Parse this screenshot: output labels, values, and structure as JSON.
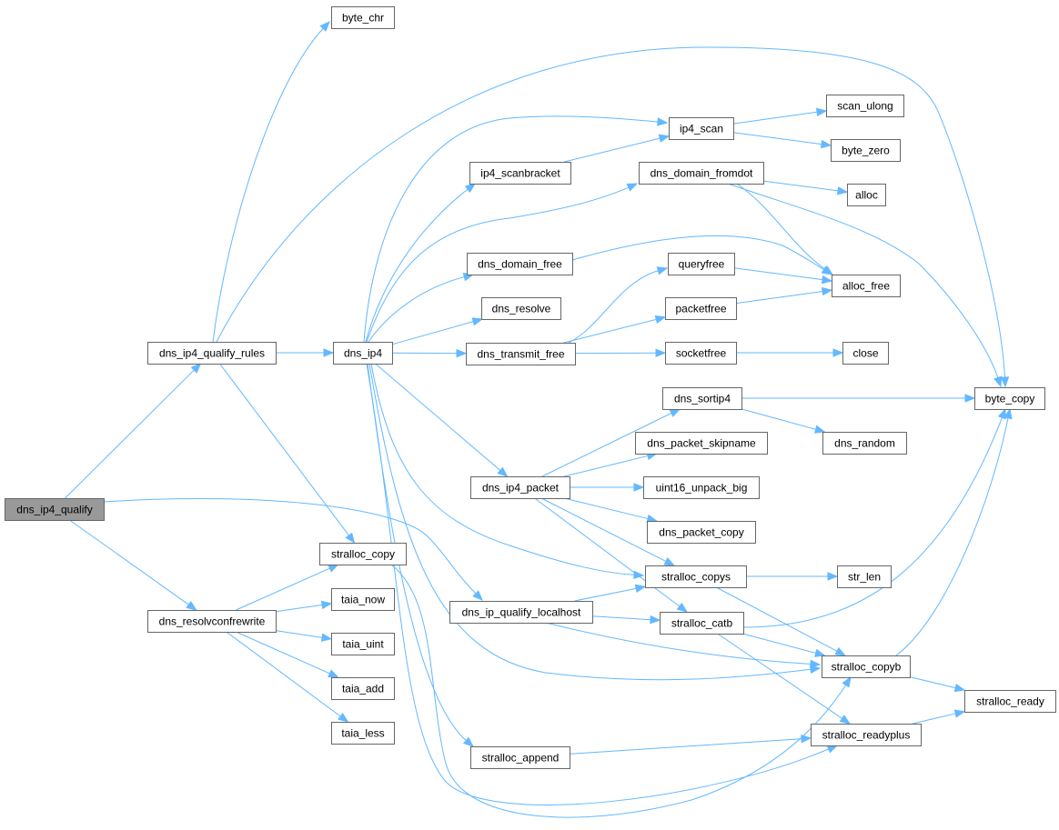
{
  "diagram": {
    "accent_color": "#63b8ff",
    "root_fill": "#999999",
    "border_color": "#666666",
    "nodes": [
      {
        "id": "dns_ip4_qualify",
        "label": "dns_ip4_qualify",
        "root": true
      },
      {
        "id": "dns_ip4_qualify_rules",
        "label": "dns_ip4_qualify_rules"
      },
      {
        "id": "dns_resolvconfrewrite",
        "label": "dns_resolvconfrewrite"
      },
      {
        "id": "dns_ip_qualify_localhost",
        "label": "dns_ip_qualify_localhost"
      },
      {
        "id": "byte_chr",
        "label": "byte_chr"
      },
      {
        "id": "byte_copy",
        "label": "byte_copy"
      },
      {
        "id": "dns_ip4",
        "label": "dns_ip4"
      },
      {
        "id": "stralloc_copy",
        "label": "stralloc_copy"
      },
      {
        "id": "taia_now",
        "label": "taia_now"
      },
      {
        "id": "taia_uint",
        "label": "taia_uint"
      },
      {
        "id": "taia_add",
        "label": "taia_add"
      },
      {
        "id": "taia_less",
        "label": "taia_less"
      },
      {
        "id": "ip4_scan",
        "label": "ip4_scan"
      },
      {
        "id": "ip4_scanbracket",
        "label": "ip4_scanbracket"
      },
      {
        "id": "dns_domain_fromdot",
        "label": "dns_domain_fromdot"
      },
      {
        "id": "dns_domain_free",
        "label": "dns_domain_free"
      },
      {
        "id": "dns_resolve",
        "label": "dns_resolve"
      },
      {
        "id": "dns_transmit_free",
        "label": "dns_transmit_free"
      },
      {
        "id": "dns_ip4_packet",
        "label": "dns_ip4_packet"
      },
      {
        "id": "stralloc_copys",
        "label": "stralloc_copys"
      },
      {
        "id": "stralloc_catb",
        "label": "stralloc_catb"
      },
      {
        "id": "stralloc_copyb",
        "label": "stralloc_copyb"
      },
      {
        "id": "stralloc_append",
        "label": "stralloc_append"
      },
      {
        "id": "stralloc_readyplus",
        "label": "stralloc_readyplus"
      },
      {
        "id": "scan_ulong",
        "label": "scan_ulong"
      },
      {
        "id": "byte_zero",
        "label": "byte_zero"
      },
      {
        "id": "alloc",
        "label": "alloc"
      },
      {
        "id": "alloc_free",
        "label": "alloc_free"
      },
      {
        "id": "queryfree",
        "label": "queryfree"
      },
      {
        "id": "packetfree",
        "label": "packetfree"
      },
      {
        "id": "socketfree",
        "label": "socketfree"
      },
      {
        "id": "close",
        "label": "close"
      },
      {
        "id": "dns_sortip4",
        "label": "dns_sortip4"
      },
      {
        "id": "dns_packet_skipname",
        "label": "dns_packet_skipname"
      },
      {
        "id": "uint16_unpack_big",
        "label": "uint16_unpack_big"
      },
      {
        "id": "dns_packet_copy",
        "label": "dns_packet_copy"
      },
      {
        "id": "dns_random",
        "label": "dns_random"
      },
      {
        "id": "str_len",
        "label": "str_len"
      },
      {
        "id": "stralloc_ready",
        "label": "stralloc_ready"
      }
    ],
    "edges": [
      [
        "dns_ip4_qualify",
        "dns_ip4_qualify_rules"
      ],
      [
        "dns_ip4_qualify",
        "dns_ip_qualify_localhost"
      ],
      [
        "dns_ip4_qualify",
        "dns_resolvconfrewrite"
      ],
      [
        "dns_ip4_qualify_rules",
        "byte_chr"
      ],
      [
        "dns_ip4_qualify_rules",
        "byte_copy"
      ],
      [
        "dns_ip4_qualify_rules",
        "dns_ip4"
      ],
      [
        "dns_ip4_qualify_rules",
        "stralloc_copy"
      ],
      [
        "dns_resolvconfrewrite",
        "stralloc_copy"
      ],
      [
        "dns_resolvconfrewrite",
        "taia_now"
      ],
      [
        "dns_resolvconfrewrite",
        "taia_uint"
      ],
      [
        "dns_resolvconfrewrite",
        "taia_add"
      ],
      [
        "dns_resolvconfrewrite",
        "taia_less"
      ],
      [
        "dns_ip4",
        "ip4_scan"
      ],
      [
        "dns_ip4",
        "ip4_scanbracket"
      ],
      [
        "dns_ip4",
        "dns_domain_fromdot"
      ],
      [
        "dns_ip4",
        "dns_domain_free"
      ],
      [
        "dns_ip4",
        "dns_resolve"
      ],
      [
        "dns_ip4",
        "dns_transmit_free"
      ],
      [
        "dns_ip4",
        "dns_ip4_packet"
      ],
      [
        "dns_ip4",
        "stralloc_copys"
      ],
      [
        "dns_ip4",
        "stralloc_copyb"
      ],
      [
        "dns_ip4",
        "stralloc_append"
      ],
      [
        "dns_ip4",
        "stralloc_readyplus"
      ],
      [
        "stralloc_copy",
        "stralloc_copyb"
      ],
      [
        "ip4_scanbracket",
        "ip4_scan"
      ],
      [
        "ip4_scan",
        "scan_ulong"
      ],
      [
        "ip4_scan",
        "byte_zero"
      ],
      [
        "dns_domain_fromdot",
        "alloc"
      ],
      [
        "dns_domain_fromdot",
        "alloc_free"
      ],
      [
        "dns_domain_fromdot",
        "byte_copy"
      ],
      [
        "dns_domain_free",
        "alloc_free"
      ],
      [
        "dns_transmit_free",
        "queryfree"
      ],
      [
        "dns_transmit_free",
        "packetfree"
      ],
      [
        "dns_transmit_free",
        "socketfree"
      ],
      [
        "queryfree",
        "alloc_free"
      ],
      [
        "packetfree",
        "alloc_free"
      ],
      [
        "socketfree",
        "close"
      ],
      [
        "dns_ip4_packet",
        "dns_sortip4"
      ],
      [
        "dns_ip4_packet",
        "dns_packet_skipname"
      ],
      [
        "dns_ip4_packet",
        "uint16_unpack_big"
      ],
      [
        "dns_ip4_packet",
        "dns_packet_copy"
      ],
      [
        "dns_ip4_packet",
        "stralloc_copys"
      ],
      [
        "dns_ip4_packet",
        "stralloc_catb"
      ],
      [
        "dns_sortip4",
        "byte_copy"
      ],
      [
        "dns_sortip4",
        "dns_random"
      ],
      [
        "dns_ip_qualify_localhost",
        "stralloc_copys"
      ],
      [
        "dns_ip_qualify_localhost",
        "stralloc_catb"
      ],
      [
        "dns_ip_qualify_localhost",
        "stralloc_copyb"
      ],
      [
        "stralloc_copys",
        "str_len"
      ],
      [
        "stralloc_copys",
        "stralloc_copyb"
      ],
      [
        "stralloc_catb",
        "byte_copy"
      ],
      [
        "stralloc_catb",
        "stralloc_copyb"
      ],
      [
        "stralloc_catb",
        "stralloc_readyplus"
      ],
      [
        "stralloc_copyb",
        "byte_copy"
      ],
      [
        "stralloc_copyb",
        "stralloc_ready"
      ],
      [
        "stralloc_append",
        "stralloc_readyplus"
      ],
      [
        "stralloc_readyplus",
        "stralloc_ready"
      ]
    ]
  }
}
